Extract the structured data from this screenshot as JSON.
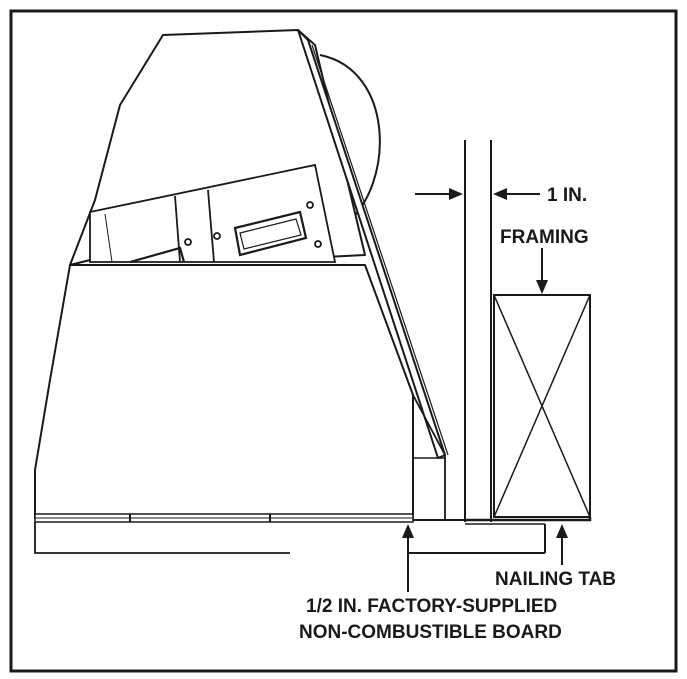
{
  "labels": {
    "gap_dimension": "1 IN.",
    "framing": "FRAMING",
    "nailing_tab": "NAILING TAB",
    "board_line1": "1/2 IN. FACTORY-SUPPLIED",
    "board_line2": "NON-COMBUSTIBLE BOARD"
  },
  "colors": {
    "line": "#1a1a1a",
    "background": "#ffffff"
  }
}
